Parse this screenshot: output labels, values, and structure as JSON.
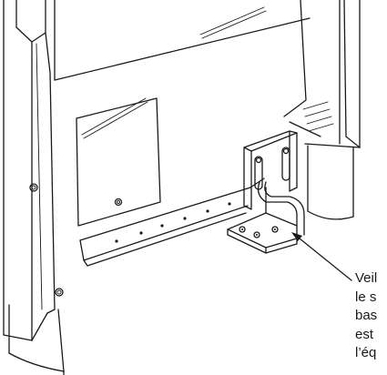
{
  "callout": {
    "lines": [
      "Veil",
      "le s",
      "bas",
      "est",
      "l’éq"
    ]
  }
}
